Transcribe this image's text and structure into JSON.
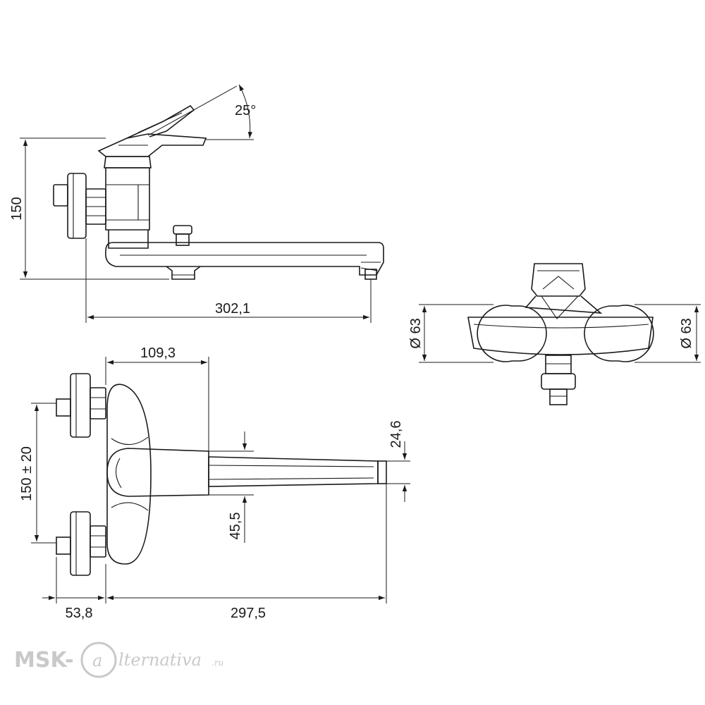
{
  "dimensions": {
    "angle": "25°",
    "height_side": "150",
    "length_side": "302,1",
    "diameter_left": "Ø 63",
    "diameter_right": "Ø 63",
    "depth_top": "109,3",
    "spacing": "150 ± 20",
    "spout_height": "24,6",
    "spout_offset": "45,5",
    "wall_offset": "53,8",
    "reach": "297,5"
  },
  "watermark": {
    "brand_prefix": "MSK-",
    "brand_symbol": "a",
    "brand_rest": "lternativa",
    "brand_domain": ".ru"
  }
}
